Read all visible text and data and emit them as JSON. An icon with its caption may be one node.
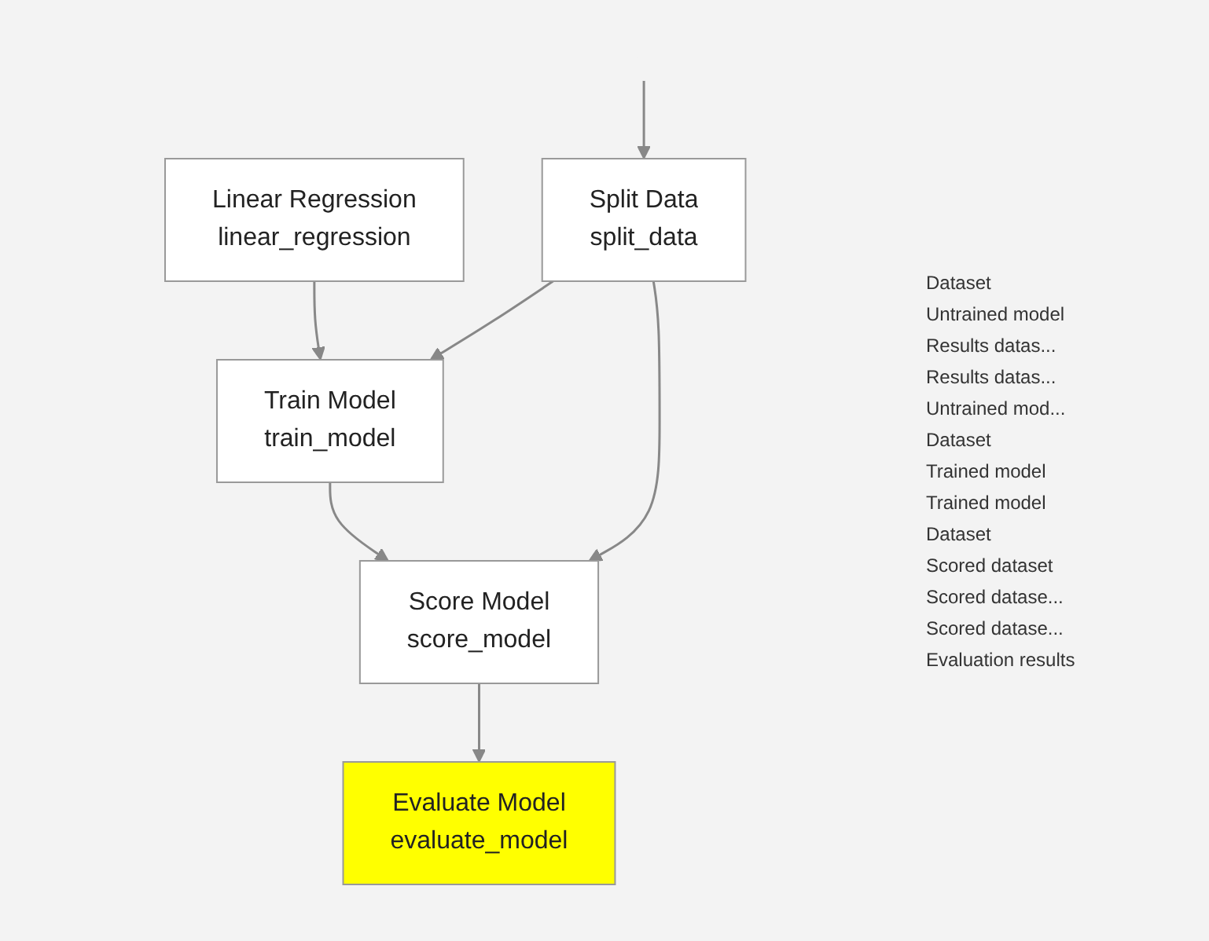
{
  "diagram": {
    "nodes": [
      {
        "text": [
          "Linear Regression",
          "linear_regression"
        ]
      },
      {
        "text": [
          "Split Data",
          "split_data"
        ]
      },
      {
        "text": [
          "Train Model",
          "train_model"
        ]
      },
      {
        "text": [
          "Score Model",
          "score_model"
        ]
      },
      {
        "text": [
          "Evaluate Model",
          "evaluate_model"
        ]
      }
    ],
    "edges": [
      {
        "from": null,
        "to": 1,
        "arrow": "to"
      },
      {
        "from": 0,
        "to": 2,
        "arrow": "to"
      },
      {
        "from": 1,
        "to": 2,
        "arrow": "to"
      },
      {
        "from": 1,
        "to": 3,
        "arrow": "to"
      },
      {
        "from": 2,
        "to": 3,
        "arrow": "to"
      },
      {
        "from": 3,
        "to": 4,
        "arrow": "to"
      }
    ],
    "labels": [
      "Dataset",
      "Untrained model",
      "Results datas...",
      "Results datas...",
      "Untrained mod...",
      "Dataset",
      "Trained model",
      "Trained model",
      "Dataset",
      "Scored dataset",
      "Scored datase...",
      "Scored datase...",
      "Evaluation results"
    ]
  }
}
